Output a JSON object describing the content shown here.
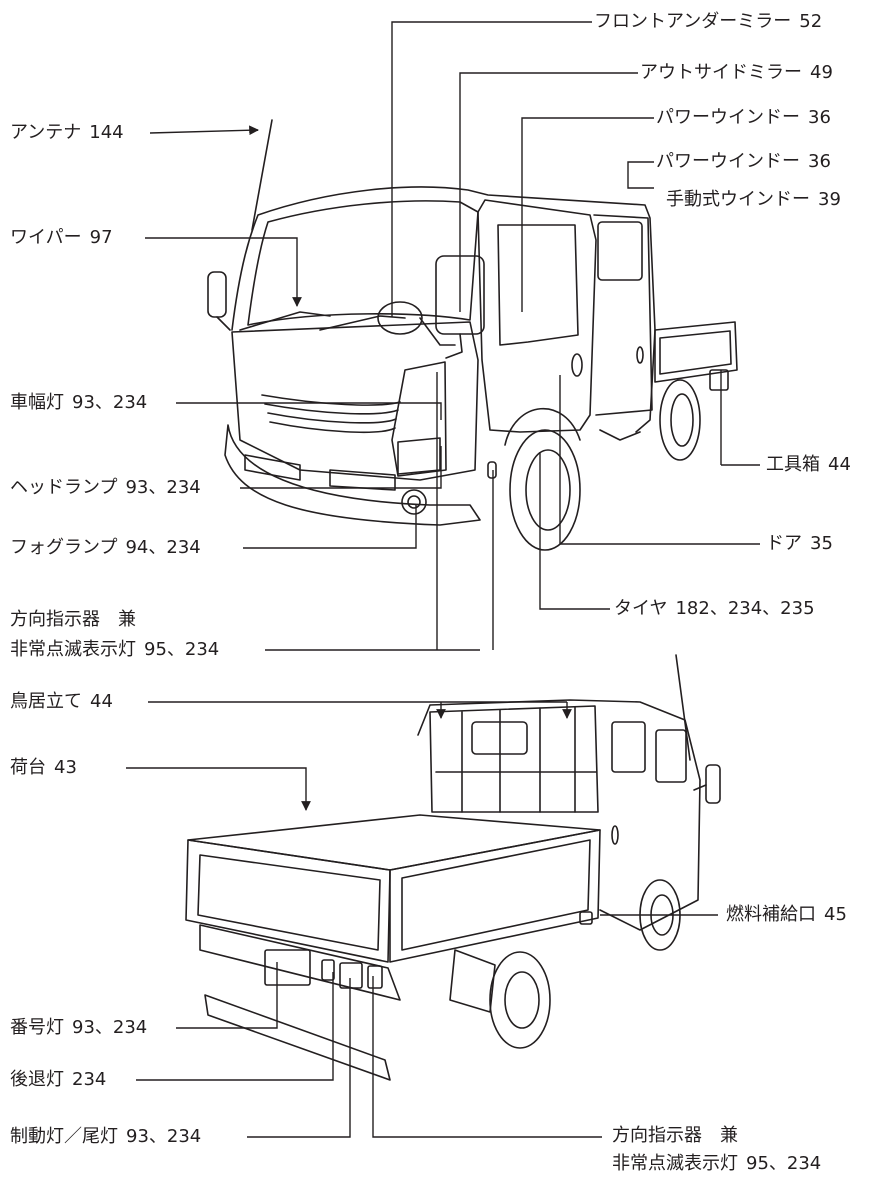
{
  "front_view": {
    "labels": {
      "front_under_mirror": {
        "text": "フロントアンダーミラー",
        "page": "52"
      },
      "outside_mirror": {
        "text": "アウトサイドミラー",
        "page": "49"
      },
      "antenna": {
        "text": "アンテナ",
        "page": "144"
      },
      "power_window_front": {
        "text": "パワーウインドー",
        "page": "36"
      },
      "power_window_rear": {
        "text": "パワーウインドー",
        "page": "36"
      },
      "manual_window": {
        "text": "手動式ウインドー",
        "page": "39"
      },
      "wiper": {
        "text": "ワイパー",
        "page": "97"
      },
      "clearance_lamp": {
        "text": "車幅灯",
        "page": "93、234"
      },
      "tool_box": {
        "text": "工具箱",
        "page": "44"
      },
      "headlamp": {
        "text": "ヘッドランプ",
        "page": "93、234"
      },
      "door": {
        "text": "ドア",
        "page": "35"
      },
      "fog_lamp": {
        "text": "フォグランプ",
        "page": "94、234"
      },
      "tire": {
        "text": "タイヤ",
        "page": "182、234、235"
      },
      "turn_signal": {
        "line1": "方向指示器　兼",
        "line2": "非常点滅表示灯",
        "page": "95、234"
      }
    }
  },
  "rear_view": {
    "labels": {
      "gate_guard": {
        "text": "鳥居立て",
        "page": "44"
      },
      "cargo_bed": {
        "text": "荷台",
        "page": "43"
      },
      "fuel_filler": {
        "text": "燃料補給口",
        "page": "45"
      },
      "license_lamp": {
        "text": "番号灯",
        "page": "93、234"
      },
      "backup_lamp": {
        "text": "後退灯",
        "page": "234"
      },
      "stop_tail_lamp": {
        "text": "制動灯／尾灯",
        "page": "93、234"
      },
      "turn_signal": {
        "line1": "方向指示器　兼",
        "line2": "非常点滅表示灯",
        "page": "95、234"
      }
    }
  }
}
